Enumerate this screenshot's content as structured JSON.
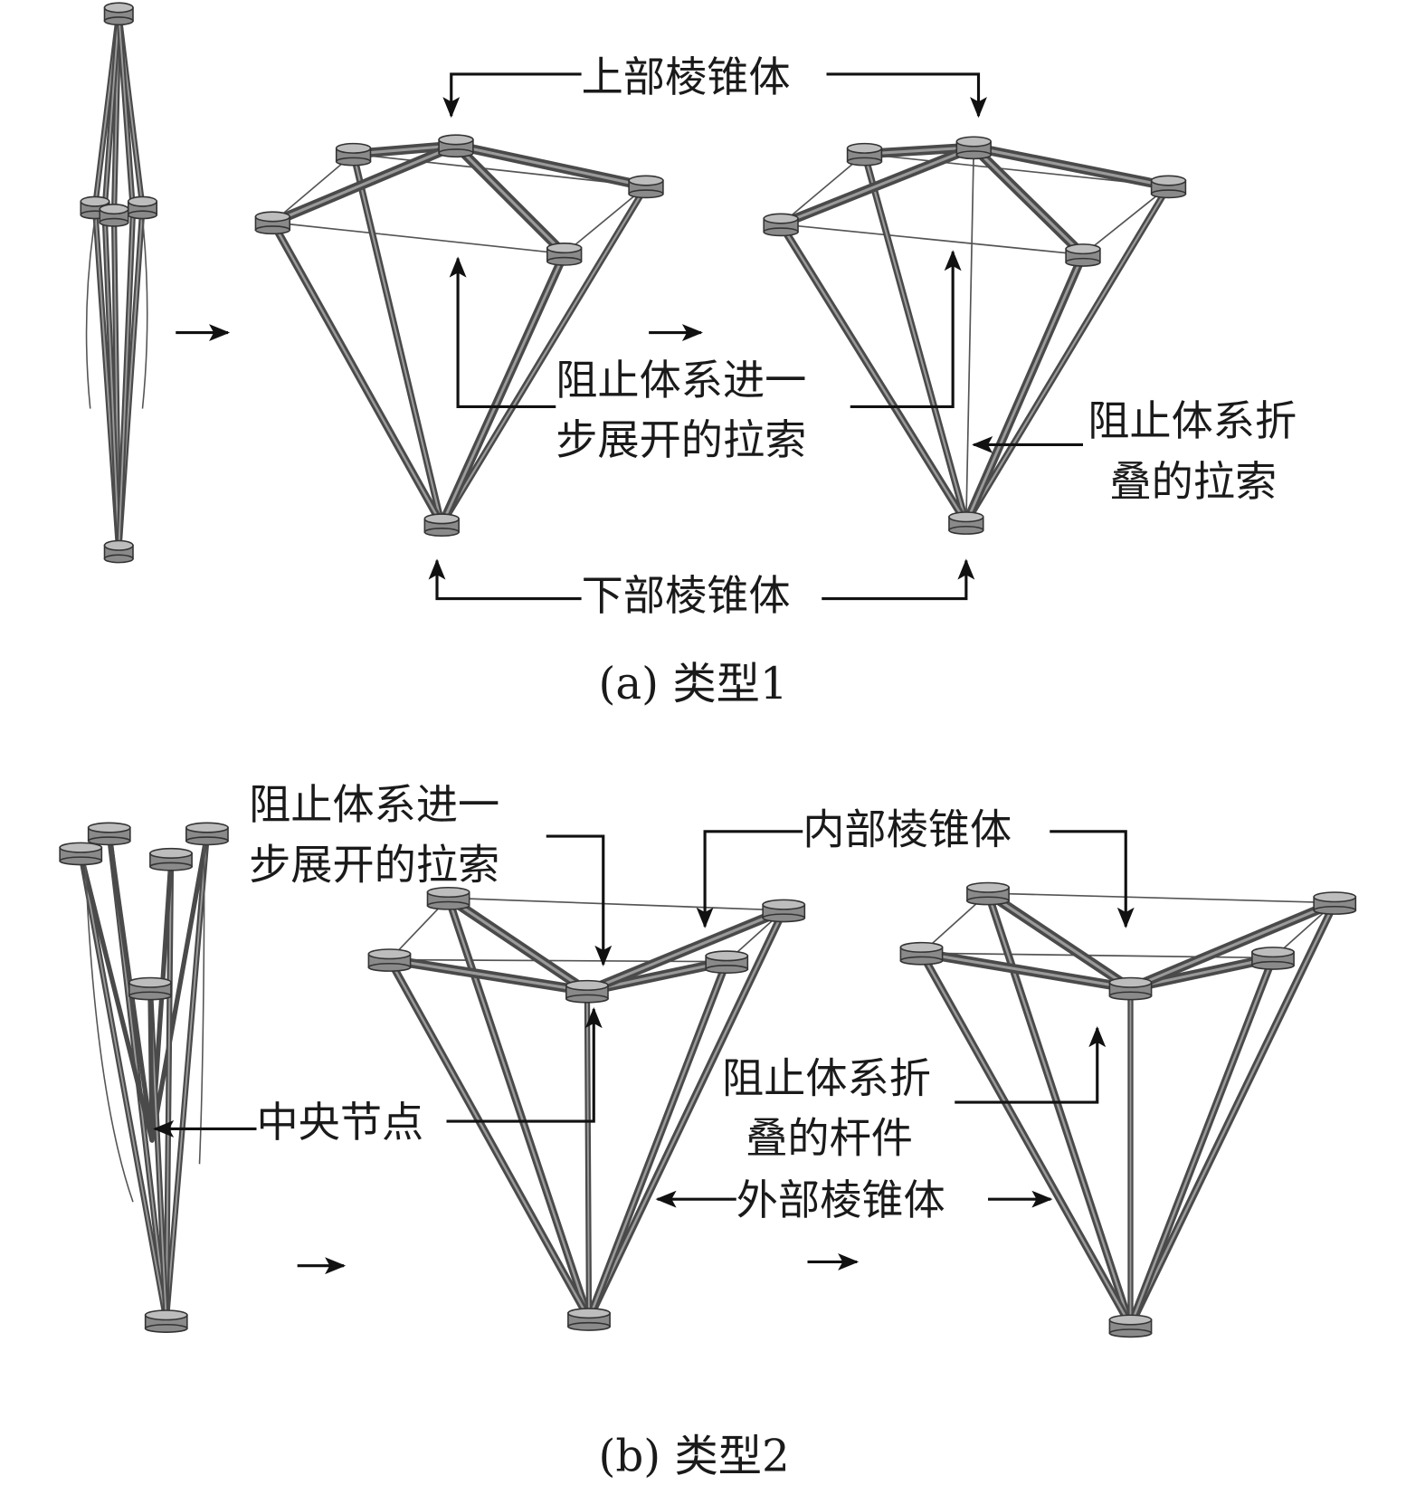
{
  "type1": {
    "upper_pyramid": "上部棱锥体",
    "lower_pyramid": "下部棱锥体",
    "cable_stop_unfold_line1": "阻止体系进一",
    "cable_stop_unfold_line2": "步展开的拉索",
    "cable_stop_fold_line1": "阻止体系折",
    "cable_stop_fold_line2": "叠的拉索",
    "caption": "(a) 类型1"
  },
  "type2": {
    "cable_stop_unfold_line1": "阻止体系进一",
    "cable_stop_unfold_line2": "步展开的拉索",
    "inner_pyramid": "内部棱锥体",
    "central_node": "中央节点",
    "bar_stop_fold_line1": "阻止体系折",
    "bar_stop_fold_line2": "叠的杆件",
    "outer_pyramid": "外部棱锥体",
    "caption": "(b) 类型2"
  }
}
